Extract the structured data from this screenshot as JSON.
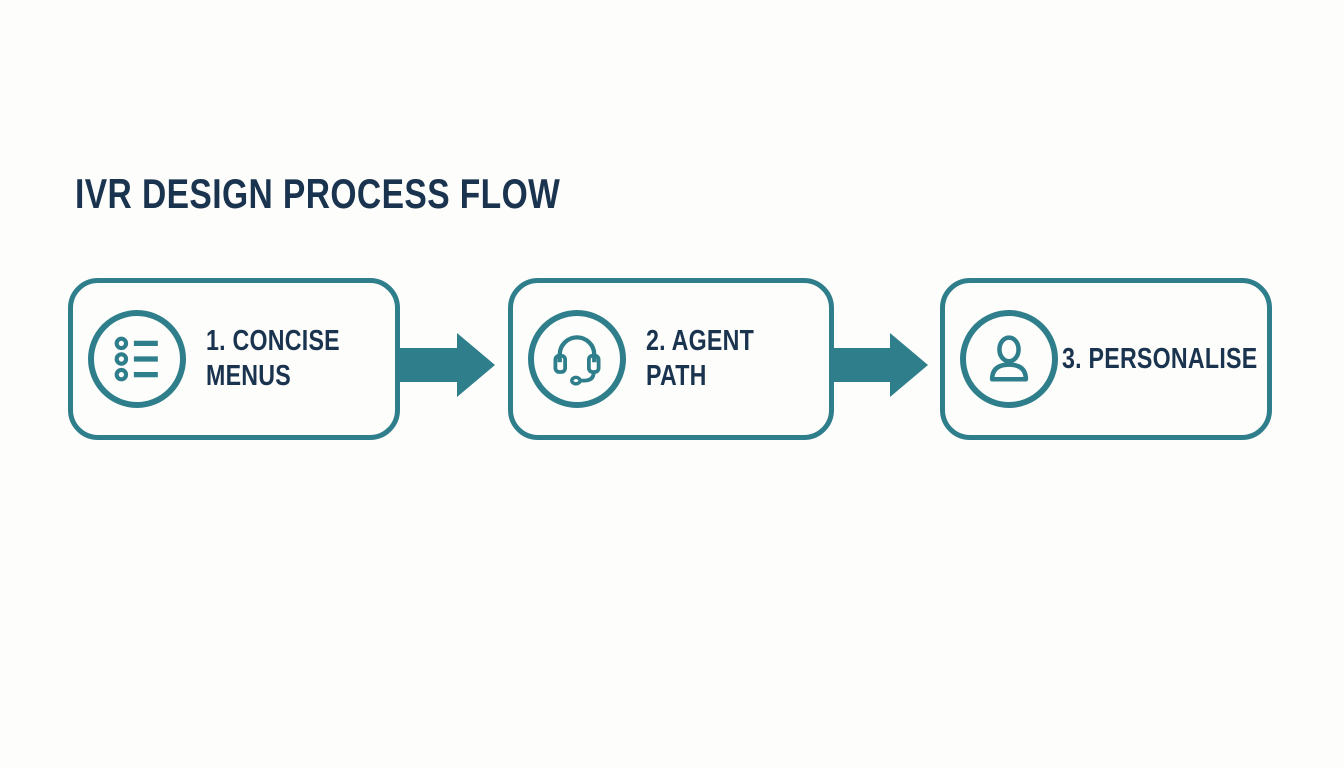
{
  "title": "IVR DESIGN PROCESS FLOW",
  "colors": {
    "teal": "#2f7e8b",
    "navy": "#1a3450",
    "background": "#fdfdfb"
  },
  "steps": [
    {
      "number": "1",
      "line1": "1. CONCISE",
      "line2": "MENUS",
      "icon": "list-icon"
    },
    {
      "number": "2",
      "line1": "2. AGENT",
      "line2": "PATH",
      "icon": "headset-icon"
    },
    {
      "number": "3",
      "line1": "3. PERSONALISE",
      "line2": "",
      "icon": "person-icon"
    }
  ],
  "connectors": [
    {
      "type": "arrow-right"
    },
    {
      "type": "arrow-right"
    }
  ]
}
